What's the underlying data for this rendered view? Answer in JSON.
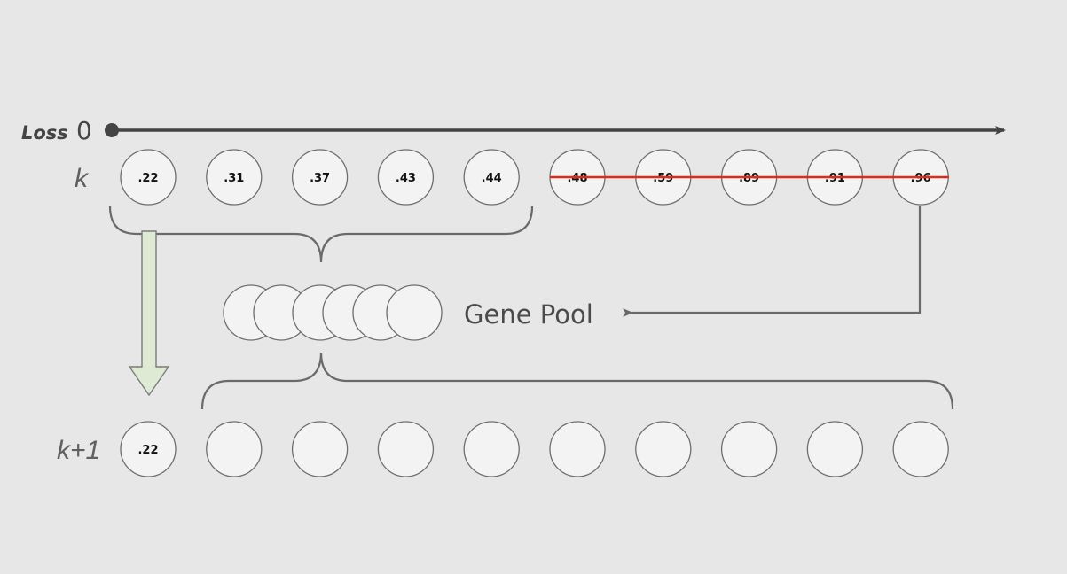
{
  "labels": {
    "loss": "Loss",
    "zero": "0",
    "k": "k",
    "k_next": "k+1",
    "gene_pool": "Gene Pool"
  },
  "generation_k": {
    "values": [
      ".22",
      ".31",
      ".37",
      ".43",
      ".44",
      ".48",
      ".59",
      ".89",
      ".91",
      ".96"
    ],
    "eliminated_from_index": 5
  },
  "generation_k_plus_1": {
    "values": [
      ".22",
      "",
      "",
      "",
      "",
      "",
      "",
      "",
      "",
      ""
    ]
  },
  "gene_pool": {
    "count": 6
  },
  "colors": {
    "background": "#e7e7e7",
    "node_fill": "#f3f3f3",
    "node_stroke": "#6e6e6e",
    "strike": "#e02a1e",
    "elite_arrow_fill": "#dfead5",
    "elite_arrow_stroke": "#7b7b7b",
    "axis": "#444444"
  }
}
